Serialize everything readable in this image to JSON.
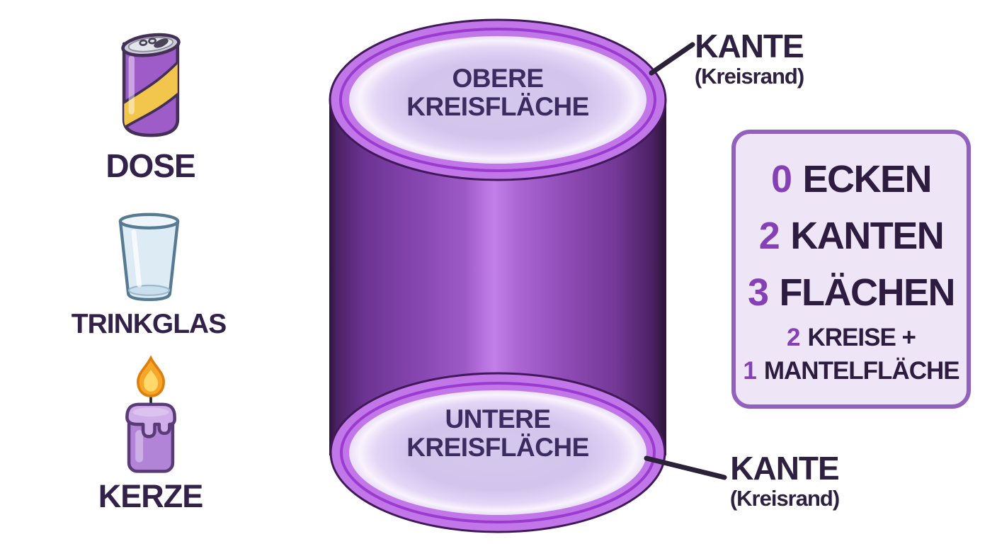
{
  "examples": {
    "items": [
      {
        "label": "DOSE",
        "icon": "soda-can-icon"
      },
      {
        "label": "TRINKGLAS",
        "icon": "drinking-glass-icon"
      },
      {
        "label": "KERZE",
        "icon": "candle-icon"
      }
    ]
  },
  "cylinder": {
    "top_face": {
      "line1": "OBERE",
      "line2": "KREISFLÄCHE"
    },
    "bottom_face": {
      "line1": "UNTERE",
      "line2": "KREISFLÄCHE"
    },
    "colors": {
      "face_fill": "#d5c8ee",
      "ring": "#c177e8",
      "ring_line": "#9b3ad0",
      "body_highlight": "#c080e8",
      "body_dark": "#30163f"
    }
  },
  "edge_callouts": {
    "top": {
      "title": "KANTE",
      "subtitle": "(Kreisrand)"
    },
    "bottom": {
      "title": "KANTE",
      "subtitle": "(Kreisrand)"
    }
  },
  "facts": {
    "number_color": "#8440b4",
    "text_color": "#2d1c3f",
    "items": [
      {
        "number": "0",
        "label": "ECKEN"
      },
      {
        "number": "2",
        "label": "KANTEN"
      },
      {
        "number": "3",
        "label": "FLÄCHEN"
      },
      {
        "number": "2",
        "label": "KREISE +"
      },
      {
        "number": "1",
        "label": "MANTELFLÄCHE"
      }
    ]
  }
}
